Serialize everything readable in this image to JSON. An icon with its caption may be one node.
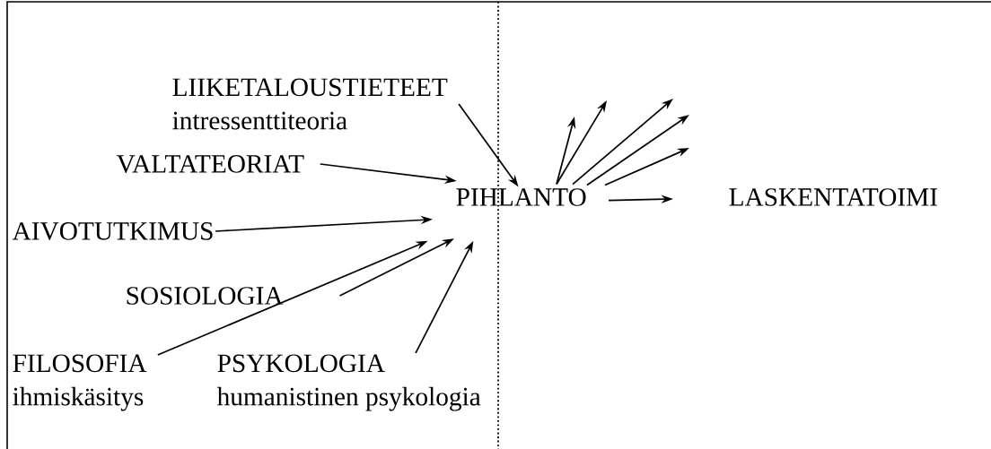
{
  "diagram": {
    "nodes": [
      {
        "text": [
          "LIIKETALOUSTIETEET",
          "intressenttiteoria"
        ]
      },
      {
        "text": [
          "VALTATEORIAT"
        ]
      },
      {
        "text": [
          "PIHLANTO"
        ]
      },
      {
        "text": [
          "AIVOTUTKIMUS"
        ]
      },
      {
        "text": [
          "SOSIOLOGIA"
        ]
      },
      {
        "text": [
          "FILOSOFIA",
          "ihmiskäsitys"
        ]
      },
      {
        "text": [
          "PSYKOLOGIA",
          "humanistinen psykologia"
        ]
      },
      {
        "text": [
          "LASKENTATOIMI"
        ]
      }
    ],
    "edges": [
      {
        "from": 0,
        "to": 2,
        "arrow": "to"
      },
      {
        "from": 1,
        "to": 2,
        "arrow": "to"
      },
      {
        "from": 3,
        "to": 2,
        "arrow": "to"
      },
      {
        "from": 5,
        "to": 2,
        "arrow": "to"
      },
      {
        "from": 4,
        "to": 2,
        "arrow": "to"
      },
      {
        "from": 6,
        "to": 2,
        "arrow": "to"
      },
      {
        "from": 2,
        "to": null,
        "arrow": "to"
      },
      {
        "from": 2,
        "to": null,
        "arrow": "to"
      },
      {
        "from": 2,
        "to": null,
        "arrow": "to"
      },
      {
        "from": 2,
        "to": null,
        "arrow": "to"
      },
      {
        "from": 2,
        "to": null,
        "arrow": "to"
      },
      {
        "from": 2,
        "to": null,
        "arrow": "to"
      }
    ]
  }
}
